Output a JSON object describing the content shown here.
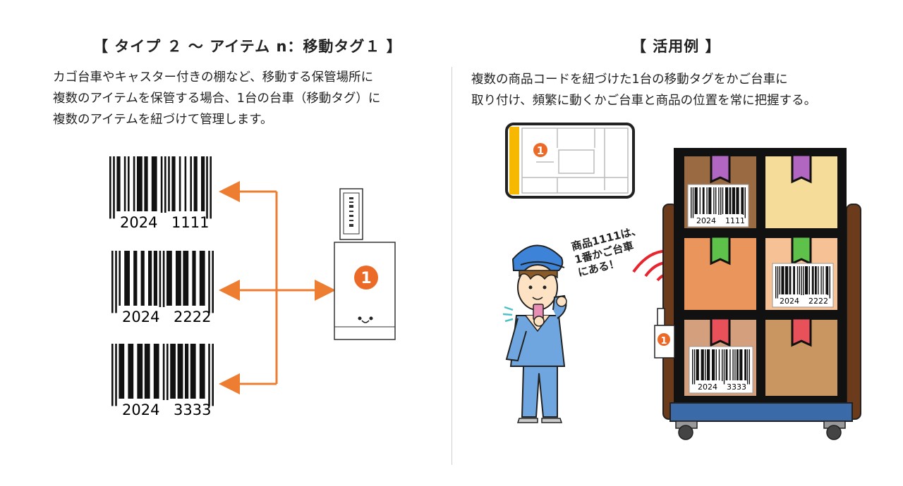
{
  "left": {
    "title": "【 タイプ ２ ～ アイテム n：移動タグ１ 】",
    "desc": [
      "カゴ台車やキャスター付きの棚など、移動する保管場所に",
      "複数のアイテムを保管する場合、1台の台車（移動タグ）に",
      "複数のアイテムを紐づけて管理します。"
    ],
    "barcodes": [
      {
        "left": "2024",
        "right": "1111"
      },
      {
        "left": "2024",
        "right": "2222"
      },
      {
        "left": "2024",
        "right": "3333"
      }
    ],
    "tag_number": "1"
  },
  "right": {
    "title": "【 活用例 】",
    "desc": [
      "複数の商品コードを紐づけた1台の移動タグをかご台車に",
      "取り付け、頻繁に動くかご台車と商品の位置を常に把握する。"
    ],
    "speech": [
      "商品1111は、",
      "1番かご台車",
      "にある！"
    ],
    "map_marker": "1",
    "cart_tag": "1",
    "box_labels": [
      {
        "left": "2024",
        "right": "1111"
      },
      {
        "left": "2024",
        "right": "2222"
      },
      {
        "left": "2024",
        "right": "3333"
      }
    ]
  },
  "colors": {
    "arrow": "#ec7d31",
    "marker": "#ec6a28",
    "cart_frame": "#111111",
    "cart_base": "#3b6aa8",
    "rail": "#6b3b1c"
  }
}
